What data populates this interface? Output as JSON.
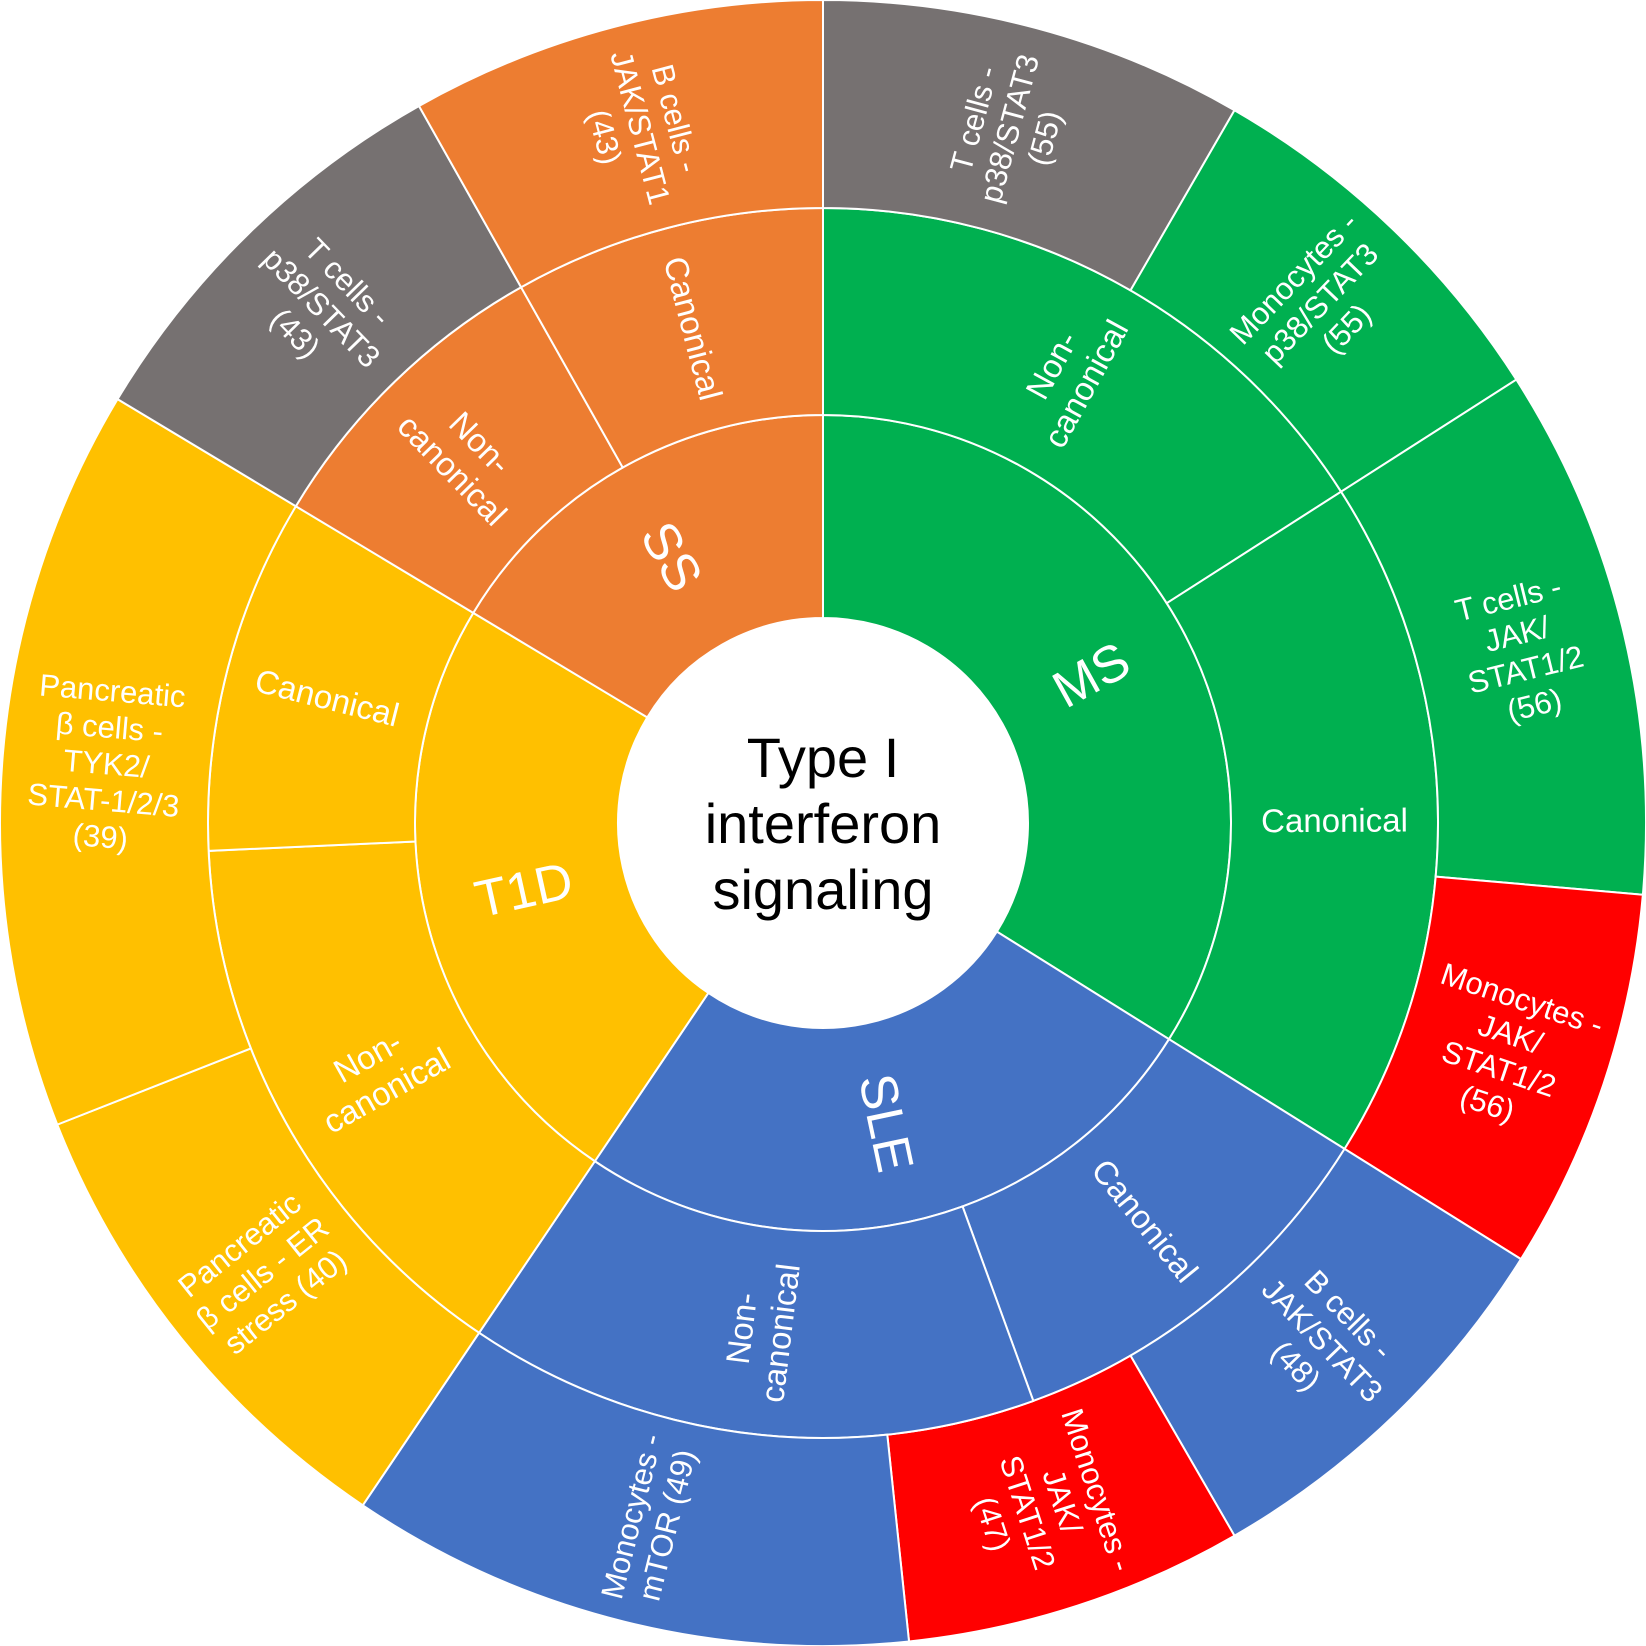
{
  "center": {
    "lines": [
      "Type I",
      "interferon",
      "signaling"
    ]
  },
  "colors": {
    "orange": "#ED7D31",
    "grey": "#767171",
    "green": "#00B050",
    "red": "#FF0000",
    "blue": "#4472C4",
    "yellow": "#FFC000",
    "white": "#FFFFFF"
  },
  "diseases": [
    {
      "label": "MS",
      "color": "#00B050",
      "pathways": [
        {
          "label": [
            "Non-",
            "canonical"
          ],
          "color": "#00B050",
          "cells": [
            {
              "label": [
                "T cells -",
                "p38/STAT3",
                "(55)"
              ],
              "color": "#767171"
            },
            {
              "label": [
                "Monocytes -",
                "p38/STAT3",
                "(55)"
              ],
              "color": "#00B050"
            }
          ]
        },
        {
          "label": [
            "Canonical"
          ],
          "color": "#00B050",
          "cells": [
            {
              "label": [
                "T cells -",
                "JAK/",
                "STAT1/2",
                "(56)"
              ],
              "color": "#00B050"
            },
            {
              "label": [
                "Monocytes -",
                "JAK/",
                "STAT1/2",
                "(56)"
              ],
              "color": "#FF0000"
            }
          ]
        }
      ]
    },
    {
      "label": "SLE",
      "color": "#4472C4",
      "pathways": [
        {
          "label": [
            "Canonical"
          ],
          "color": "#4472C4",
          "cells": [
            {
              "label": [
                "B cells -",
                "JAK/STAT3",
                "(48)"
              ],
              "color": "#4472C4"
            },
            {
              "label": [
                "Monocytes -",
                "JAK/",
                "STAT1/2",
                "(47)"
              ],
              "color": "#FF0000"
            }
          ]
        },
        {
          "label": [
            "Non-",
            "canonical"
          ],
          "color": "#4472C4",
          "cells": [
            {
              "label": [
                "Monocytes -",
                "mTOR (49)"
              ],
              "color": "#4472C4"
            }
          ]
        }
      ]
    },
    {
      "label": "T1D",
      "color": "#FFC000",
      "pathways": [
        {
          "label": [
            "Non-",
            "canonical"
          ],
          "color": "#FFC000",
          "cells": [
            {
              "label": [
                "Pancreatic",
                "β cells - ER",
                "stress (40)"
              ],
              "color": "#FFC000"
            }
          ]
        },
        {
          "label": [
            "Canonical"
          ],
          "color": "#FFC000",
          "cells": [
            {
              "label": [
                "Pancreatic",
                "β cells -",
                "TYK2/",
                "STAT-1/2/3",
                "(39)"
              ],
              "color": "#FFC000"
            }
          ]
        }
      ]
    },
    {
      "label": "SS",
      "color": "#ED7D31",
      "pathways": [
        {
          "label": [
            "Non-",
            "canonical"
          ],
          "color": "#ED7D31",
          "cells": [
            {
              "label": [
                "T cells -",
                "p38/STAT3",
                "(43)"
              ],
              "color": "#767171"
            }
          ]
        },
        {
          "label": [
            "Canonical"
          ],
          "color": "#ED7D31",
          "cells": [
            {
              "label": [
                "B cells -",
                "JAK/STAT1",
                "(43)"
              ],
              "color": "#ED7D31"
            }
          ]
        }
      ]
    }
  ]
}
